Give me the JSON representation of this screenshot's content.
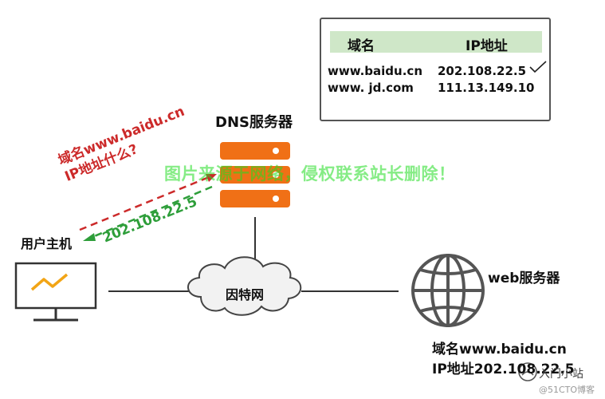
{
  "dns_table": {
    "header_domain": "域名",
    "header_ip": "IP地址",
    "rows": [
      {
        "domain": "www.baidu.cn",
        "ip": "202.108.22.5",
        "checked": true
      },
      {
        "domain": "www. jd.com",
        "ip": "111.13.149.10",
        "checked": false
      }
    ]
  },
  "dns_server": {
    "label": "DNS服务器"
  },
  "user_host": {
    "label": "用户主机"
  },
  "internet": {
    "label": "因特网"
  },
  "web_server": {
    "label": "web服务器"
  },
  "query": {
    "line1": "域名www.baidu.cn",
    "line2": "IP地址什么?"
  },
  "response": {
    "ip": "202.108.22.5"
  },
  "web_info": {
    "line1": "域名www.baidu.cn",
    "line2": "IP地址202.108.22.5"
  },
  "watermark": {
    "text": "图片来源于网络，侵权联系站长删除！"
  },
  "brand": {
    "name": "入门小站",
    "sub": "@51CTO博客"
  },
  "colors": {
    "server_orange": "#f07016",
    "query_red": "#cc2a2a",
    "response_green": "#2e9e3a",
    "table_header_bg": "#cfe7c8",
    "watermark_green": "#22dd22",
    "monitor_line": "#f2a516"
  }
}
